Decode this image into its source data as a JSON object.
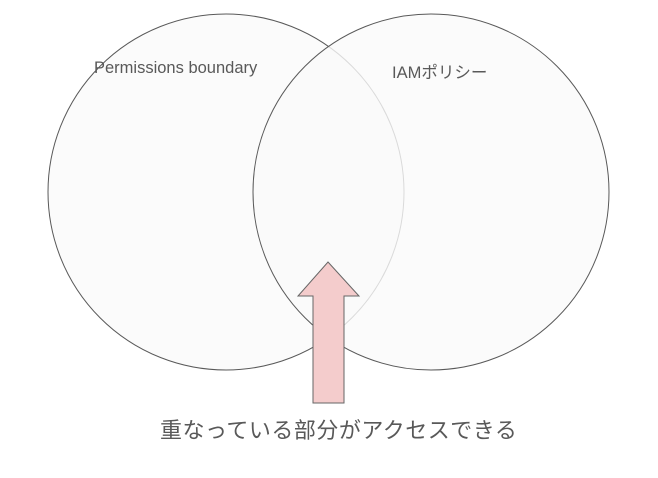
{
  "diagram": {
    "left_circle_label": "Permissions boundary",
    "right_circle_label": "IAMポリシー",
    "caption": "重なっている部分がアクセスできる",
    "colors": {
      "circle_fill": "#fafafa",
      "circle_stroke": "#595959",
      "arrow_fill": "#f4cccc",
      "arrow_stroke": "#666666",
      "text": "#595959"
    }
  }
}
